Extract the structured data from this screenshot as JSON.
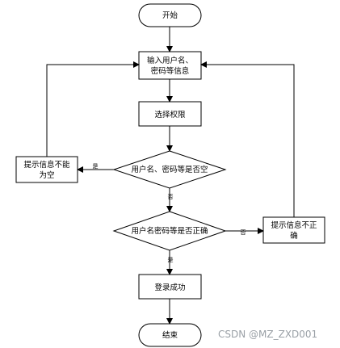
{
  "diagram": {
    "nodes": {
      "start": "开始",
      "input": [
        "输入用户名、",
        "密码等信息"
      ],
      "select_permission": "选择权限",
      "check_empty": "用户名、密码等是否空",
      "check_correct": "用户名密码等是否正确",
      "empty_hint": [
        "提示信息不能",
        "为空"
      ],
      "error_hint": [
        "提示信息不正",
        "确"
      ],
      "login_success": "登录成功",
      "end": "结束"
    },
    "edge_labels": {
      "empty_yes": "是",
      "empty_no": "否",
      "correct_no": "否",
      "correct_yes": "是"
    }
  },
  "watermark": "CSDN @MZ_ZXD001"
}
